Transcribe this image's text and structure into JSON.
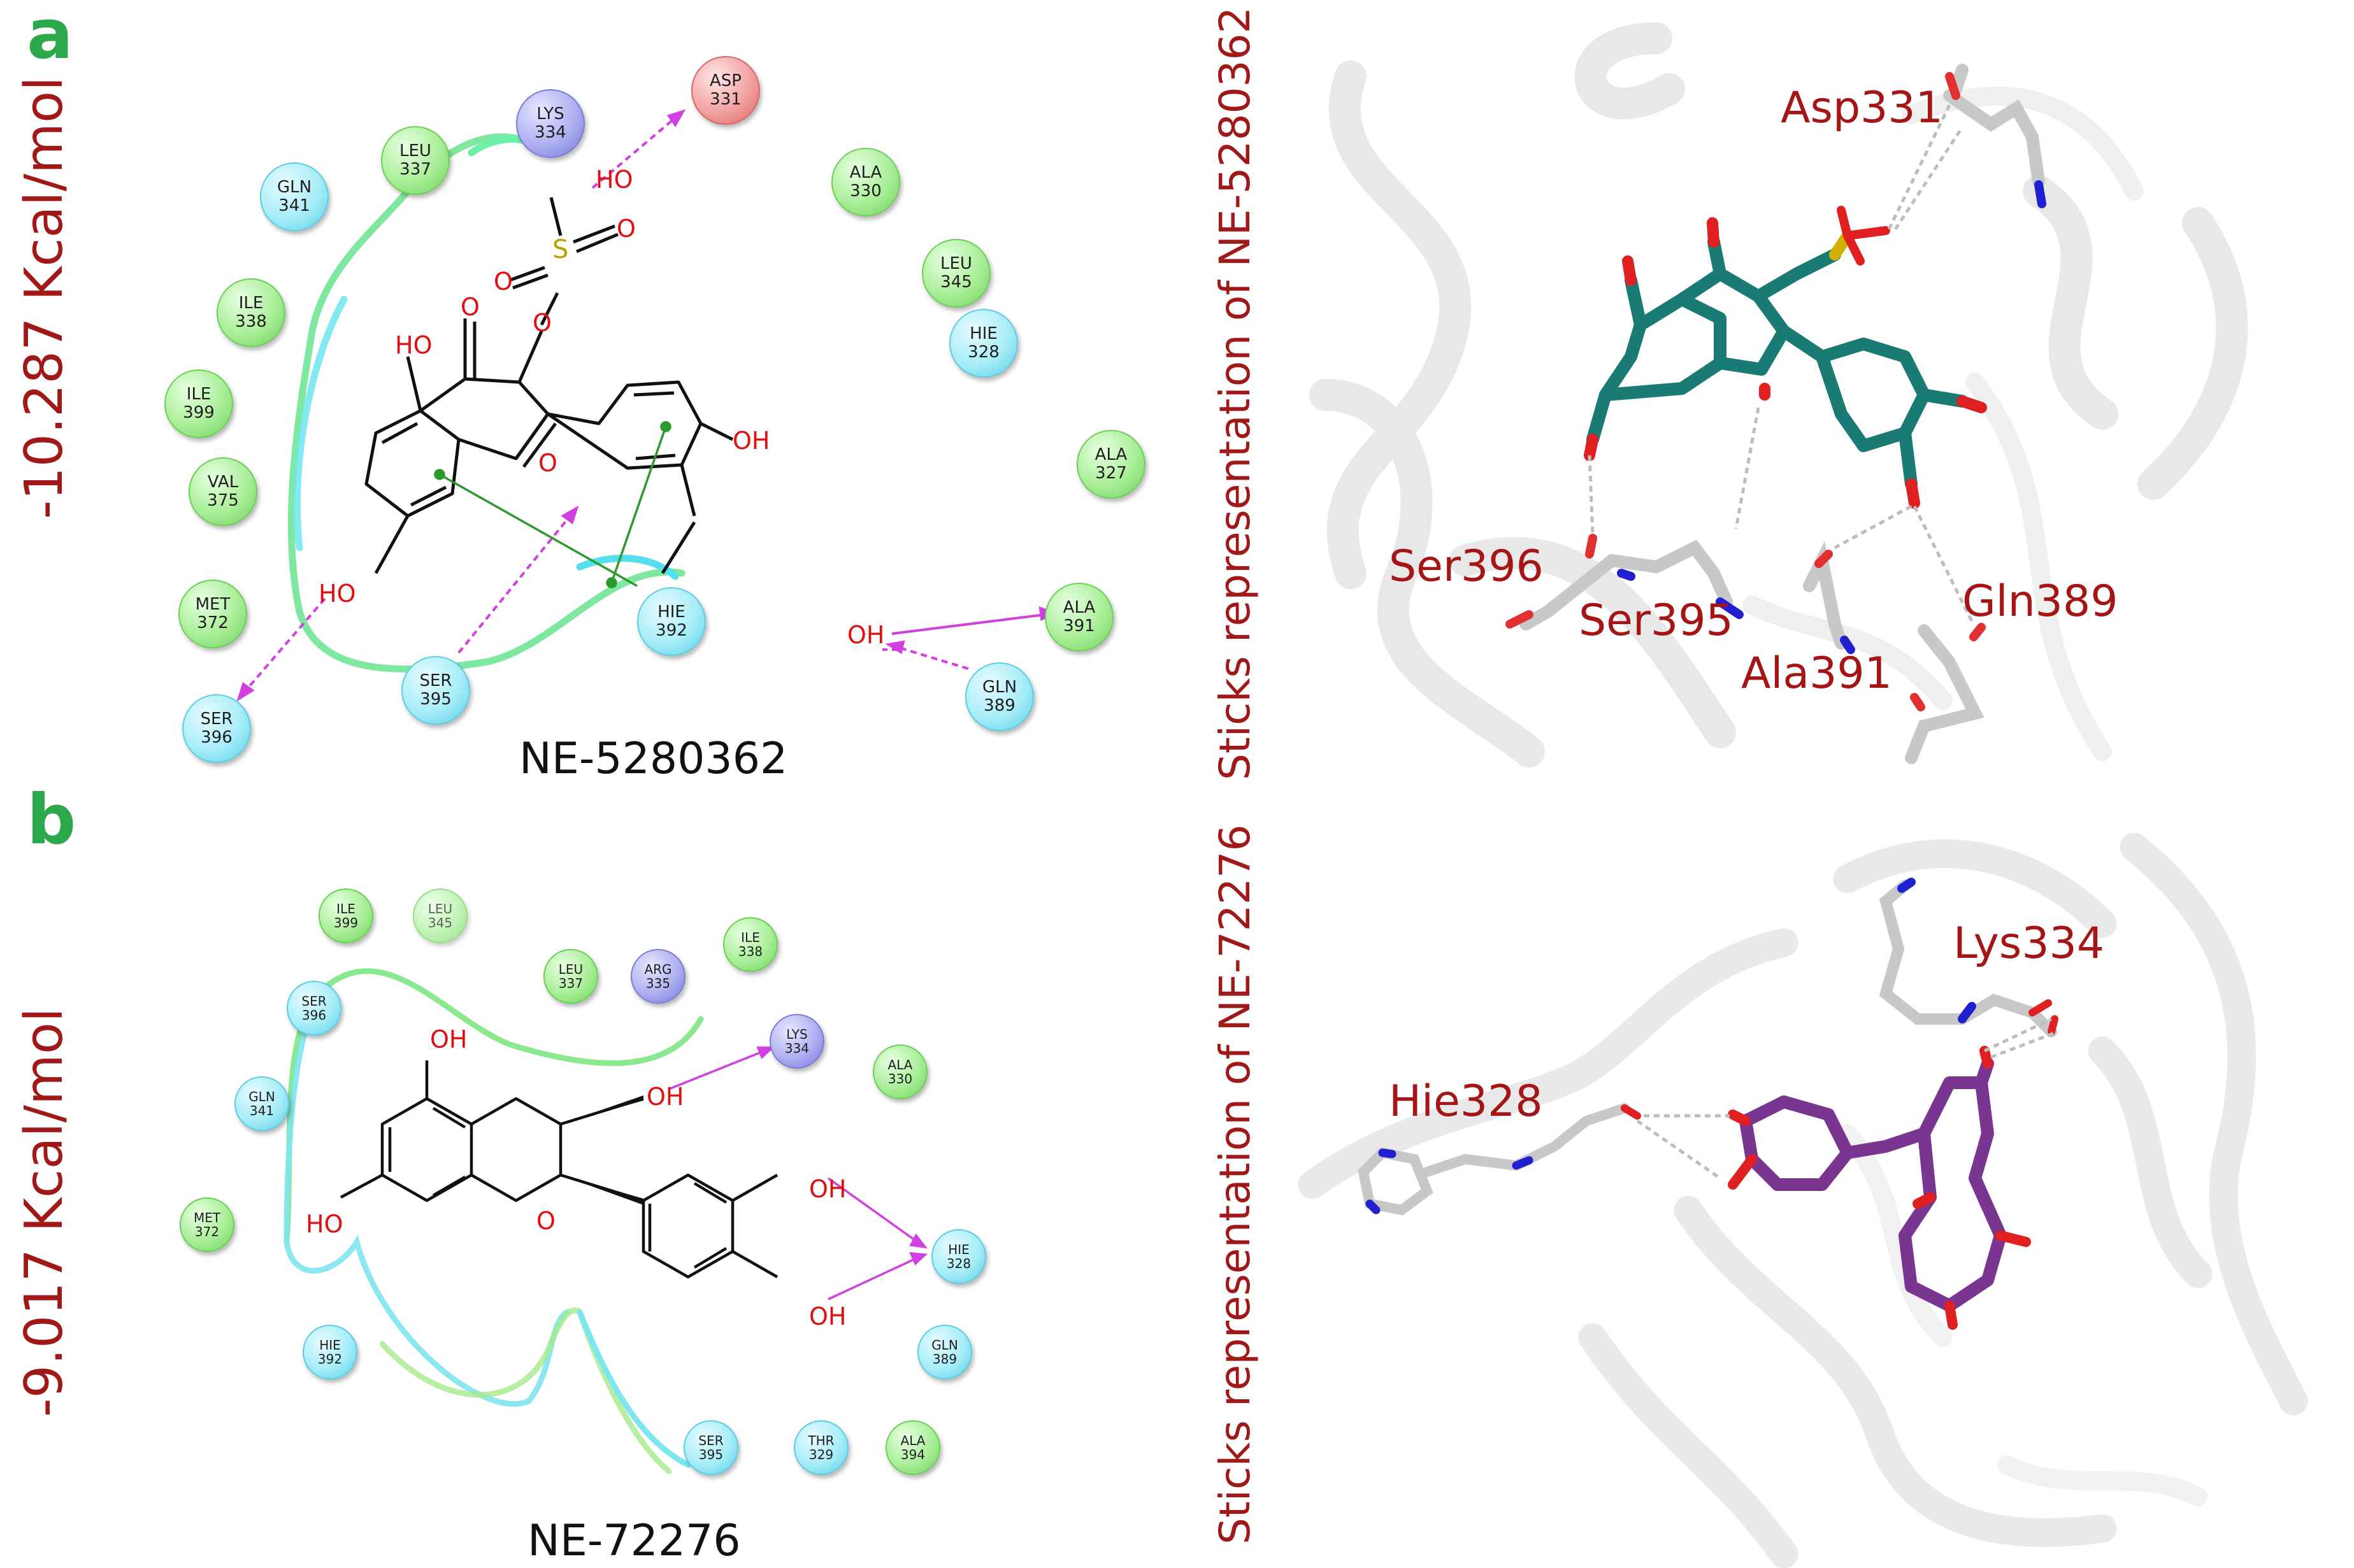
{
  "panels": [
    {
      "letter": "a",
      "energy": "-10.287 Kcal/mol",
      "compound": "NE-5280362",
      "sticks_title": "Sticks representation of NE-5280362",
      "atom_labels": {
        "ho_sulfate": "HO",
        "s": "S",
        "o1": "O",
        "o2": "O",
        "o_ring": "O",
        "o_keto": "O",
        "o_ester": "O",
        "ho5": "HO",
        "ho7": "HO",
        "oh3p": "OH",
        "oh4p": "OH"
      },
      "residues": [
        {
          "name": "LYS",
          "num": "334",
          "type": "positive"
        },
        {
          "name": "ASP",
          "num": "331",
          "type": "negative"
        },
        {
          "name": "LEU",
          "num": "337",
          "type": "hydrophobic"
        },
        {
          "name": "GLN",
          "num": "341",
          "type": "polar"
        },
        {
          "name": "ILE",
          "num": "338",
          "type": "hydrophobic"
        },
        {
          "name": "ILE",
          "num": "399",
          "type": "hydrophobic"
        },
        {
          "name": "VAL",
          "num": "375",
          "type": "hydrophobic"
        },
        {
          "name": "MET",
          "num": "372",
          "type": "hydrophobic"
        },
        {
          "name": "SER",
          "num": "396",
          "type": "polar"
        },
        {
          "name": "SER",
          "num": "395",
          "type": "polar"
        },
        {
          "name": "HIE",
          "num": "392",
          "type": "polar"
        },
        {
          "name": "ALA",
          "num": "330",
          "type": "hydrophobic"
        },
        {
          "name": "LEU",
          "num": "345",
          "type": "hydrophobic"
        },
        {
          "name": "HIE",
          "num": "328",
          "type": "polar"
        },
        {
          "name": "ALA",
          "num": "327",
          "type": "hydrophobic"
        },
        {
          "name": "ALA",
          "num": "391",
          "type": "hydrophobic"
        },
        {
          "name": "GLN",
          "num": "389",
          "type": "polar"
        }
      ],
      "structure_labels": [
        "Asp331",
        "Ser396",
        "Ser395",
        "Ala391",
        "Gln389"
      ]
    },
    {
      "letter": "b",
      "energy": "-9.017 Kcal/mol",
      "compound": "NE-72276",
      "sticks_title": "Sticks representation of NE-72276",
      "atom_labels": {
        "oh5": "OH",
        "oh3": "OH",
        "ho7": "HO",
        "o_ring": "O",
        "oh3p": "OH",
        "oh4p": "OH"
      },
      "residues": [
        {
          "name": "ILE",
          "num": "399",
          "type": "hydrophobic"
        },
        {
          "name": "LEU",
          "num": "345",
          "type": "hydrophobic"
        },
        {
          "name": "ILE",
          "num": "338",
          "type": "hydrophobic"
        },
        {
          "name": "SER",
          "num": "396",
          "type": "polar"
        },
        {
          "name": "LEU",
          "num": "337",
          "type": "hydrophobic"
        },
        {
          "name": "ARG",
          "num": "335",
          "type": "positive"
        },
        {
          "name": "LYS",
          "num": "334",
          "type": "positive"
        },
        {
          "name": "GLN",
          "num": "341",
          "type": "polar"
        },
        {
          "name": "ALA",
          "num": "330",
          "type": "hydrophobic"
        },
        {
          "name": "MET",
          "num": "372",
          "type": "hydrophobic"
        },
        {
          "name": "HIE",
          "num": "328",
          "type": "polar"
        },
        {
          "name": "HIE",
          "num": "392",
          "type": "polar"
        },
        {
          "name": "GLN",
          "num": "389",
          "type": "polar"
        },
        {
          "name": "SER",
          "num": "395",
          "type": "polar"
        },
        {
          "name": "THR",
          "num": "329",
          "type": "polar"
        },
        {
          "name": "ALA",
          "num": "394",
          "type": "hydrophobic"
        }
      ],
      "structure_labels": [
        "Lys334",
        "Hie328"
      ]
    }
  ]
}
